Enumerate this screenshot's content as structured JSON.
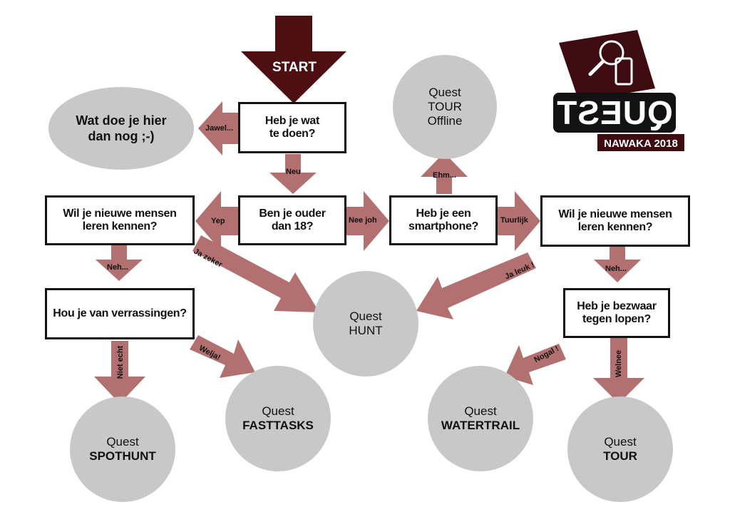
{
  "start": "START",
  "boxes": {
    "b1": "Heb je wat\nte doen?",
    "b2": "Ben je ouder\ndan 18?",
    "b3": "Wil je nieuwe mensen\nleren kennen?",
    "b4": "Heb je een\nsmartphone?",
    "b5": "Wil je nieuwe mensen\nleren kennen?",
    "b6": "Hou je van verrassingen?",
    "b7": "Heb je bezwaar\ntegen lopen?"
  },
  "ellipses": {
    "wat": "Wat doe je hier\ndan nog ;-)",
    "tour_offline": {
      "q": "Quest",
      "n": "TOUR",
      "sub": "Offline"
    },
    "hunt": {
      "q": "Quest",
      "n": "HUNT"
    },
    "spothunt": {
      "q": "Quest",
      "n": "SPOTHUNT"
    },
    "fasttasks": {
      "q": "Quest",
      "n": "FASTTASKS"
    },
    "watertrail": {
      "q": "Quest",
      "n": "WATERTRAIL"
    },
    "tour": {
      "q": "Quest",
      "n": "TOUR"
    }
  },
  "labels": {
    "jawel": "Jawel...",
    "neu": "Neu",
    "yep": "Yep",
    "neejoh": "Nee joh",
    "ehm": "Ehm...",
    "tuurlijk": "Tuurlijk",
    "neh1": "Neh...",
    "neh2": "Neh...",
    "jazeker": "Ja zeker",
    "jaleuk": "Ja leuk !",
    "nietecht": "Niet echt",
    "welja": "Welja!",
    "nogal": "Nogal !",
    "welnee": "Welnee"
  },
  "logo": {
    "word": "QUEST",
    "sub": "NAWAKA 2018"
  },
  "colors": {
    "arrow": "#b27070",
    "start_arrow": "#4d0f12",
    "ellipse": "#c8c8c8",
    "logo_dark": "#3e0b10"
  }
}
